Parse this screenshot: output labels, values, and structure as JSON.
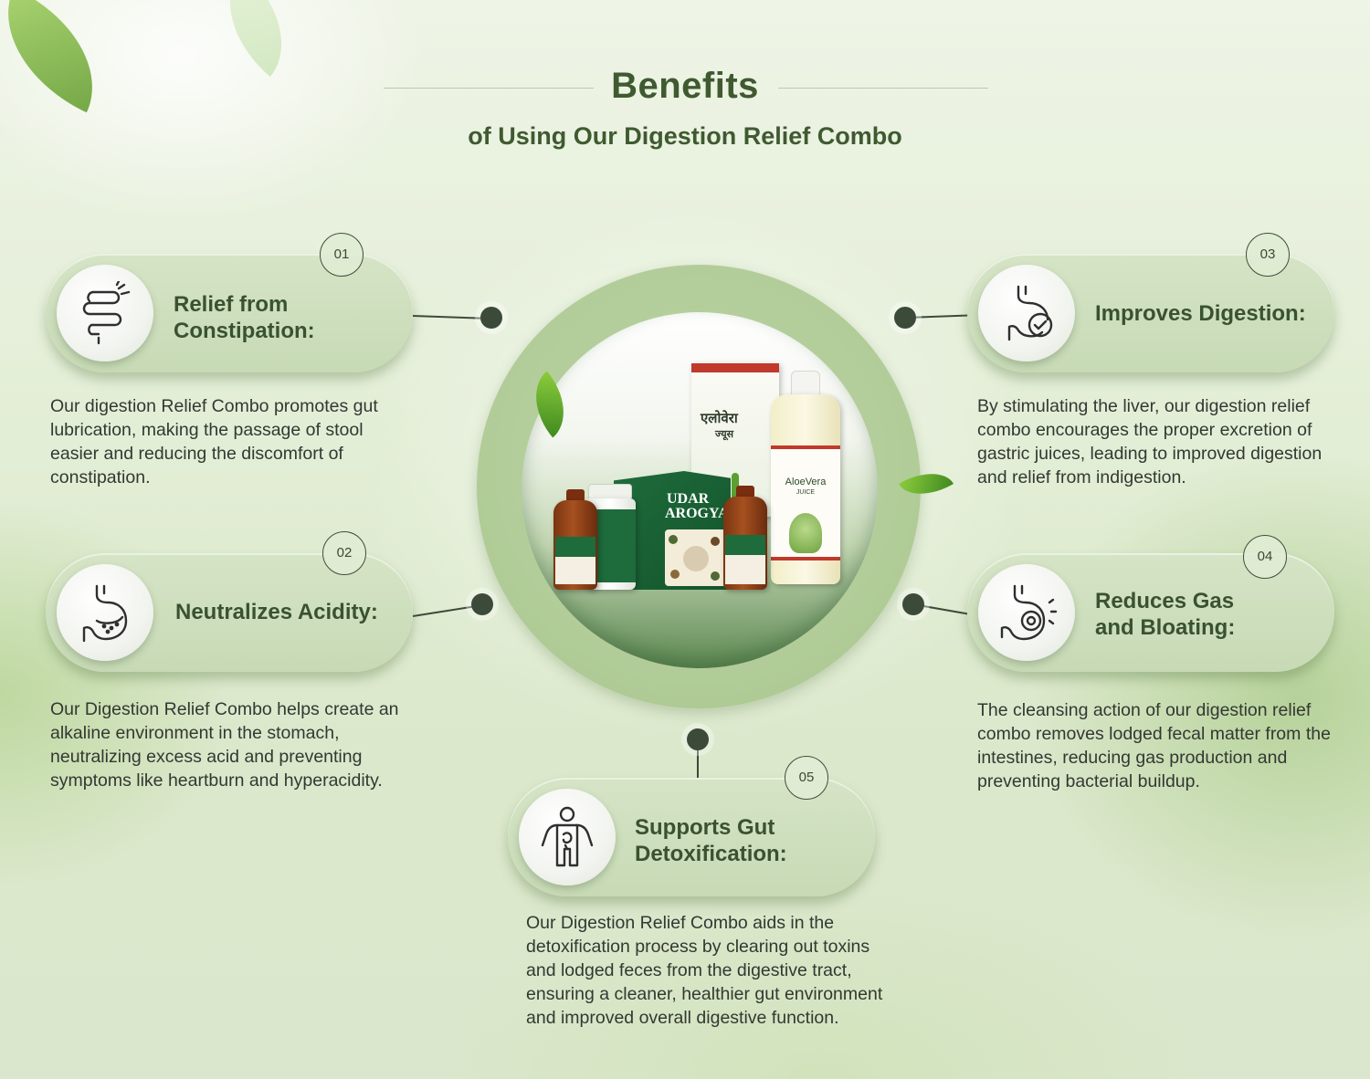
{
  "header": {
    "title": "Benefits",
    "subtitle": "of Using Our Digestion Relief Combo"
  },
  "benefits": [
    {
      "number": "01",
      "title_line1": "Relief from",
      "title_line2": "Constipation:",
      "icon": "intestine-icon",
      "description": "Our digestion Relief Combo promotes gut lubrication, making the passage of stool easier and reducing the discomfort of constipation."
    },
    {
      "number": "02",
      "title_line1": "Neutralizes Acidity:",
      "title_line2": "",
      "icon": "stomach-acid-icon",
      "description": "Our Digestion Relief Combo helps create an alkaline environment in the stomach, neutralizing excess acid and preventing symptoms like heartburn and hyperacidity."
    },
    {
      "number": "03",
      "title_line1": "Improves Digestion:",
      "title_line2": "",
      "icon": "stomach-check-icon",
      "description": "By stimulating the liver, our digestion relief combo encourages the proper excretion of gastric juices, leading to improved digestion and relief from indigestion."
    },
    {
      "number": "04",
      "title_line1": "Reduces Gas",
      "title_line2": "and Bloating:",
      "icon": "stomach-gas-icon",
      "description": "The cleansing action of our digestion relief combo removes lodged fecal matter from the intestines, reducing gas production and preventing bacterial buildup."
    },
    {
      "number": "05",
      "title_line1": "Supports Gut",
      "title_line2": "Detoxification:",
      "icon": "body-detox-icon",
      "description": "Our Digestion Relief Combo aids in the detoxification process by clearing out toxins and lodged feces from the digestive tract, ensuring a cleaner, healthier gut environment and improved overall digestive function."
    }
  ],
  "product": {
    "box_brand": "UDAR AROGYA",
    "box_line1": "UDAR",
    "box_line2": "AROGYA",
    "aloe_carton_hindi": "एलोवेरा",
    "aloe_carton_hindi2": "ज्यूस",
    "aloe_bottle_line1": "AloeVera",
    "aloe_bottle_line2": "JUICE"
  },
  "colors": {
    "heading": "#3f5a30",
    "card": "#cfe0bf",
    "connector": "#3c4a3a",
    "box_green": "#1e6b3b"
  }
}
